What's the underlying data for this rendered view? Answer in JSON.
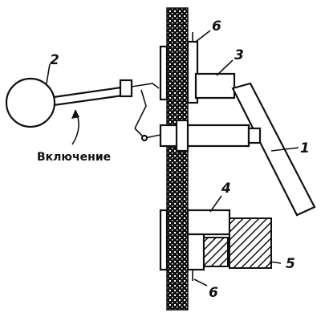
{
  "labels": {
    "item_1": "1",
    "item_2": "2",
    "item_3": "3",
    "item_4": "4",
    "item_5": "5",
    "item_6_top": "6",
    "item_6_bottom": "6"
  },
  "caption": "Включение"
}
